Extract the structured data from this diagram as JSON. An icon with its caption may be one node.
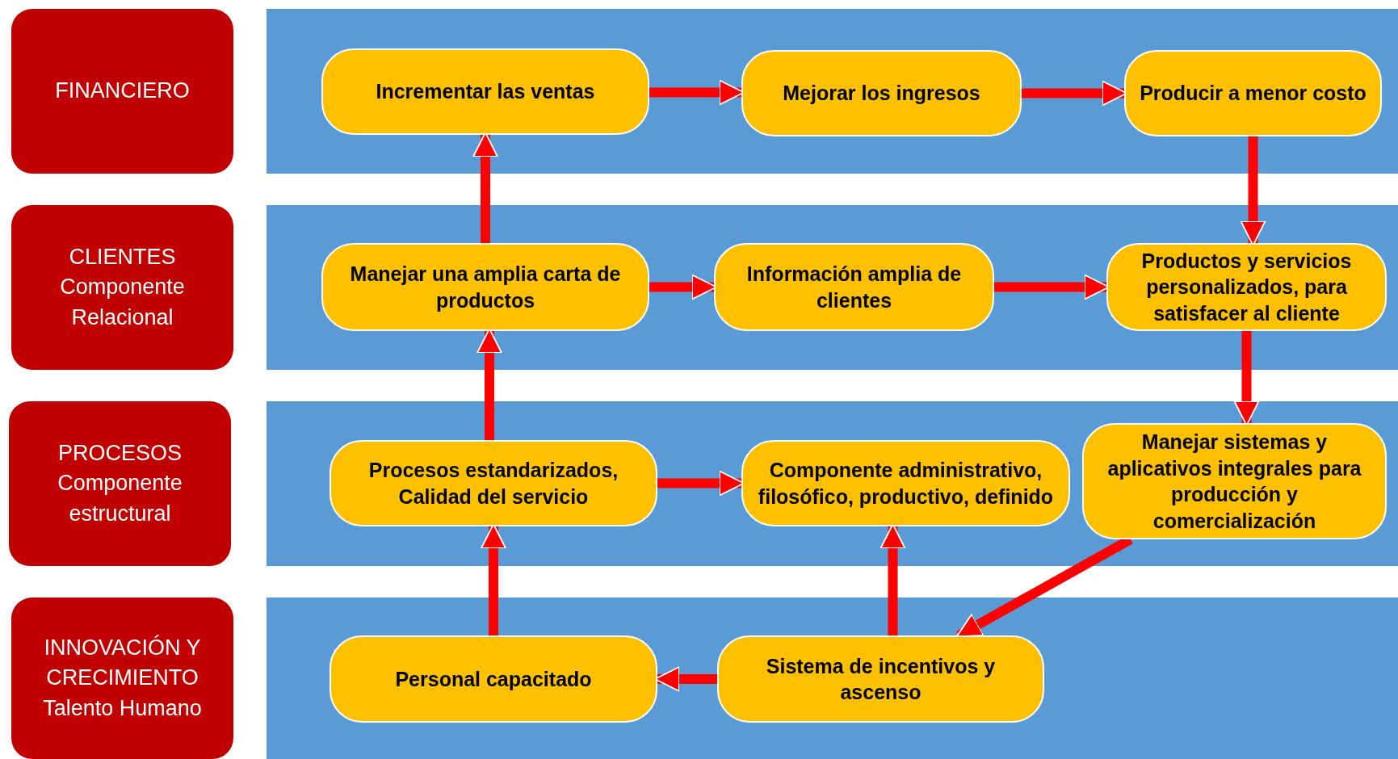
{
  "diagram": {
    "nodes": [
      {
        "text": [
          "FINANCIERO"
        ]
      },
      {
        "text": [
          "CLIENTES",
          "Componente Relacional"
        ]
      },
      {
        "text": [
          "PROCESOS",
          "Componente estructural"
        ]
      },
      {
        "text": [
          "INNOVACIÓN Y CRECIMIENTO",
          "Talento Humano"
        ]
      },
      {
        "text": [
          "Incrementar las ventas"
        ]
      },
      {
        "text": [
          "Mejorar los ingresos"
        ]
      },
      {
        "text": [
          "Producir a menor costo"
        ]
      },
      {
        "text": [
          "Manejar una amplia carta de productos"
        ]
      },
      {
        "text": [
          "Información amplia de clientes"
        ]
      },
      {
        "text": [
          "Productos y servicios personalizados, para satisfacer al cliente"
        ]
      },
      {
        "text": [
          "Procesos estandarizados, Calidad del servicio"
        ]
      },
      {
        "text": [
          "Componente administrativo, filosófico, productivo, definido"
        ]
      },
      {
        "text": [
          "Manejar sistemas y aplicativos integrales para producción y comercialización"
        ]
      },
      {
        "text": [
          "Personal capacitado"
        ]
      },
      {
        "text": [
          "Sistema de incentivos y ascenso"
        ]
      }
    ],
    "edges": [
      {
        "from": 4,
        "to": 5,
        "arrow": "to"
      },
      {
        "from": 5,
        "to": 6,
        "arrow": "to"
      },
      {
        "from": 6,
        "to": 9,
        "arrow": "to"
      },
      {
        "from": 7,
        "to": 4,
        "arrow": "to"
      },
      {
        "from": 7,
        "to": 8,
        "arrow": "to"
      },
      {
        "from": 8,
        "to": 9,
        "arrow": "to"
      },
      {
        "from": 9,
        "to": 12,
        "arrow": "to"
      },
      {
        "from": 10,
        "to": 7,
        "arrow": "to"
      },
      {
        "from": 10,
        "to": 11,
        "arrow": "to"
      },
      {
        "from": 12,
        "to": 14,
        "arrow": "to"
      },
      {
        "from": 14,
        "to": 13,
        "arrow": "to"
      },
      {
        "from": 13,
        "to": 10,
        "arrow": "to"
      },
      {
        "from": 14,
        "to": 11,
        "arrow": "to"
      }
    ]
  }
}
